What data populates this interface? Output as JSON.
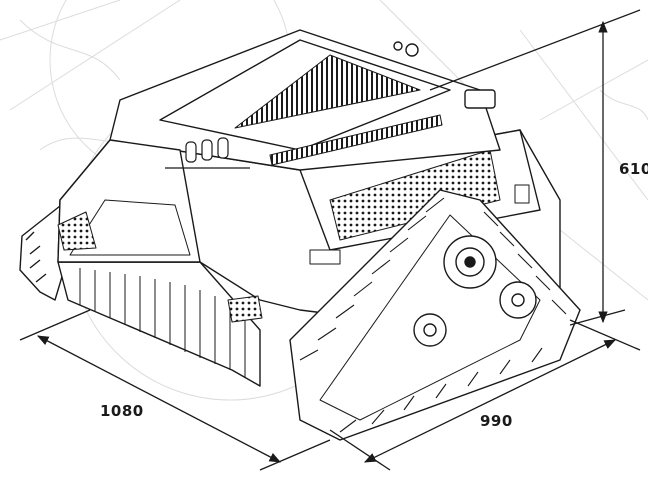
{
  "dimensions": {
    "length": "1080",
    "width": "990",
    "height": "610"
  },
  "colors": {
    "line": "#1a1a1a",
    "background_sketch": "#dcdcdc",
    "fill": "#ffffff"
  }
}
